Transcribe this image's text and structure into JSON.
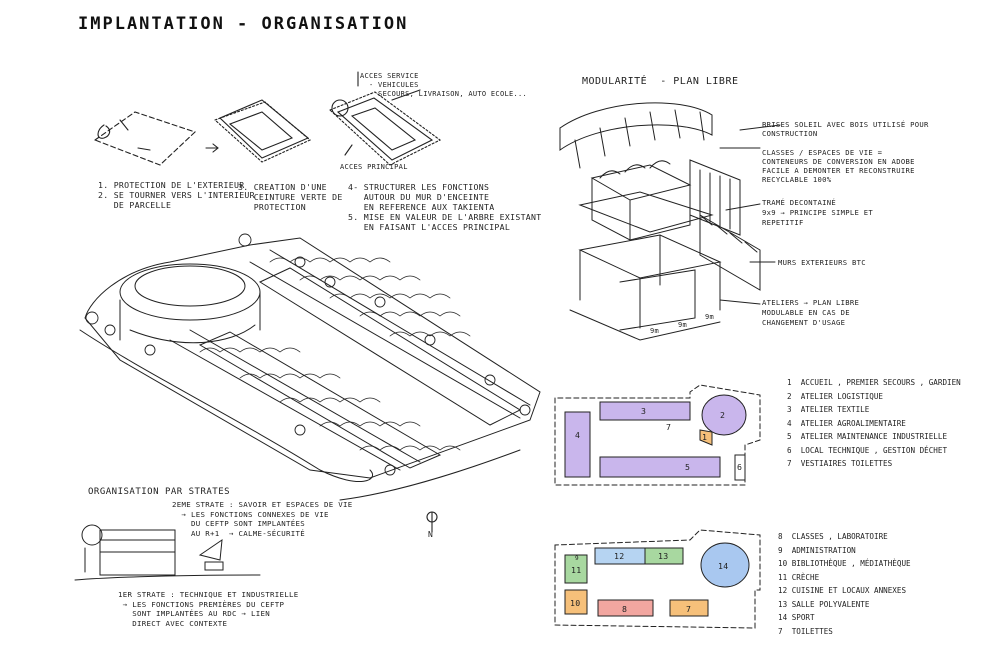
{
  "page": {
    "title": "IMPLANTATION - ORGANISATION"
  },
  "steps": {
    "step12": "1. PROTECTION DE L'EXTERIEUR\n2. SE TOURNER VERS L'INTERIEUR\n   DE PARCELLE",
    "step3": "3. CREATION D'UNE\n   CEINTURE VERTE DE\n   PROTECTION",
    "step45": "4- STRUCTURER LES FONCTIONS\n   AUTOUR DU MUR D'ENCEINTE\n   EN REFERENCE AUX TAKIENTA\n5. MISE EN VALEUR DE L'ARBRE EXISTANT\n   EN FAISANT L'ACCES PRINCIPAL",
    "access_service": "ACCES SERVICE\n  - VEHICULES\n  - SECOURS, LIVRAISON, AUTO ECOLE...",
    "access_principal": "ACCES PRINCIPAL"
  },
  "modularity": {
    "title": "MODULARITÉ  - PLAN LIBRE",
    "brise_soleil": "BRISES SOLEIL AVEC BOIS UTILISÉ POUR\nCONSTRUCTION",
    "classes": "CLASSES / ESPACES DE VIE =\nCONTENEURS DE CONVERSION EN ADOBE\nFACILE A DEMONTER ET RECONSTRUIRE\nRECYCLABLE 100%",
    "tramé": "TRAMÉ DECONTAINÉ\n9x9 → PRINCIPE SIMPLE ET\nREPETITIF",
    "murs": "MURS EXTERIEURS BTC",
    "ateliers": "ATELIERS → PLAN LIBRE\nMODULABLE EN CAS DE\nCHANGEMENT D'USAGE",
    "dims": [
      "9m",
      "9m",
      "9m"
    ]
  },
  "strata": {
    "title": "ORGANISATION PAR STRATES",
    "strate2": "2EME STRATE : SAVOIR ET ESPACES DE VIE\n  → LES FONCTIONS CONNEXES DE VIE\n    DU CEFTP SONT IMPLANTÉES\n    AU R+1  → CALME-SÉCURITÉ",
    "strate1": "1ER STRATE : TECHNIQUE ET INDUSTRIELLE\n → LES FONCTIONS PREMIÈRES DU CEFTP\n   SONT IMPLANTÉES AU RDC → LIEN\n   DIRECT AVEC CONTEXTE",
    "north": "N"
  },
  "plan1": {
    "legend": [
      "1  ACCUEIL , PREMIER SECOURS , GARDIEN",
      "2  ATELIER LOGISTIQUE",
      "3  ATELIER TEXTILE",
      "4  ATELIER AGROALIMENTAIRE",
      "5  ATELIER MAINTENANCE INDUSTRIELLE",
      "6  LOCAL TECHNIQUE , GESTION DÉCHET",
      "7  VESTIAIRES TOILETTES"
    ],
    "labels": [
      "1",
      "2",
      "3",
      "4",
      "5",
      "6",
      "7"
    ],
    "color_purple": "#c9b6ec"
  },
  "plan2": {
    "legend": [
      "8  CLASSES , LABORATOIRE",
      "9  ADMINISTRATION",
      "10 BIBLIOTHÈQUE , MÉDIATHÈQUE",
      "11 CRÈCHE",
      "12 CUISINE ET LOCAUX ANNEXES",
      "13 SALLE POLYVALENTE",
      "14 SPORT",
      "7  TOILETTES"
    ],
    "labels": [
      "8",
      "9",
      "10",
      "11",
      "12",
      "13",
      "14",
      "7"
    ],
    "color_blue": "#a9c8f0",
    "color_green": "#a8d8a0",
    "color_red": "#f2a6a0",
    "color_orange": "#f6c07a",
    "color_lightblue": "#b6d4f2"
  }
}
